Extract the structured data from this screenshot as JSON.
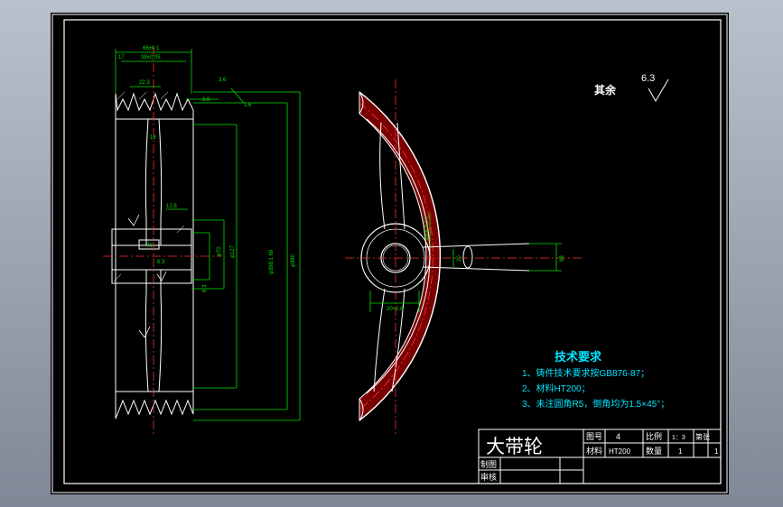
{
  "drawing": {
    "roughness": {
      "label": "其余",
      "value": "6.3"
    },
    "dimensions": {
      "d1": "66±0.1",
      "d2": "17",
      "d3": "38±0.05",
      "d4": "22.3",
      "d5": "3.6",
      "d6": "1.6",
      "d7": "3.6",
      "d8": "18",
      "d9": "12.8",
      "d10": "70",
      "d11": "6.3",
      "d12": "φ70",
      "d13": "φ127",
      "d14": "φ398.1 h9",
      "d15": "φ380",
      "d16": "6.3",
      "d17": "18",
      "d18": "16.4.3 1 L",
      "d19": "20",
      "d20": "88",
      "d21": "20×1.6"
    },
    "tech_requirements": {
      "title": "技术要求",
      "items": [
        "1、铸件技术要求按GB876-87；",
        "2、材料HT200；",
        "3、未注圆角R5，倒角均为1.5×45°；"
      ]
    },
    "title_block": {
      "part_name": "大带轮",
      "drawing_no_label": "图号",
      "drawing_no": "4",
      "scale_label": "比例",
      "scale": "1：3",
      "sheet_label": "第张",
      "material_label": "材料",
      "material": "HT200",
      "qty_label": "数量",
      "qty": "1",
      "sheet_no": "1",
      "drawn_label": "制图",
      "checked_label": "审核"
    }
  }
}
